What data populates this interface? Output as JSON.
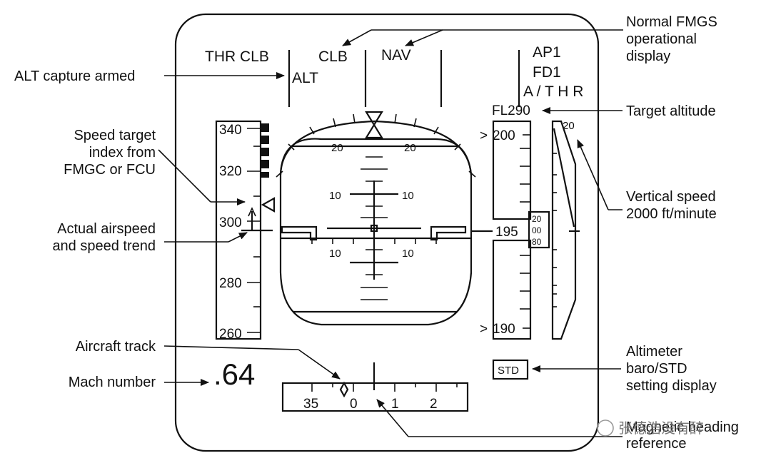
{
  "colors": {
    "ink": "#111111",
    "background": "#ffffff",
    "watermark": "#777777"
  },
  "fma": {
    "col1": "THR CLB",
    "col2": "CLB",
    "col2_armed": "ALT",
    "col3": "NAV",
    "col5_line1": "AP1",
    "col5_line2": "FD1",
    "col5_line3": "A / T H R"
  },
  "speed_tape": {
    "labels": [
      "340",
      "320",
      "300",
      "280",
      "260"
    ],
    "mach": ".64"
  },
  "attitude": {
    "pitch_up_labels": [
      "20",
      "20"
    ],
    "pitch_10_up": [
      "10",
      "10"
    ],
    "pitch_10_down": [
      "10",
      "10"
    ]
  },
  "altitude_tape": {
    "target": "FL290",
    "upper": "200",
    "current": "195",
    "lower": "190",
    "upper_marker": ">",
    "lower_marker": ">",
    "window_digits": [
      "20",
      "00",
      "80"
    ],
    "baro_setting": "STD"
  },
  "vertical_speed": {
    "label": "20"
  },
  "heading": {
    "labels": [
      "35",
      "0",
      "1",
      "2"
    ]
  },
  "annotations": {
    "normal_fmgs": [
      "Normal FMGS",
      "operational",
      "display"
    ],
    "alt_capture": "ALT capture armed",
    "target_altitude": "Target altitude",
    "speed_target": [
      "Speed target",
      "index from",
      "FMGC or FCU"
    ],
    "vertical_speed": [
      "Vertical speed",
      "2000 ft/minute"
    ],
    "actual_airspeed": [
      "Actual airspeed",
      "and speed trend"
    ],
    "aircraft_track": "Aircraft track",
    "mach_number": "Mach number",
    "altimeter": [
      "Altimeter",
      "baro/STD",
      "setting display"
    ],
    "heading_ref": [
      "Magnetic heading",
      "reference"
    ]
  },
  "watermark": "张德浩没有醉"
}
